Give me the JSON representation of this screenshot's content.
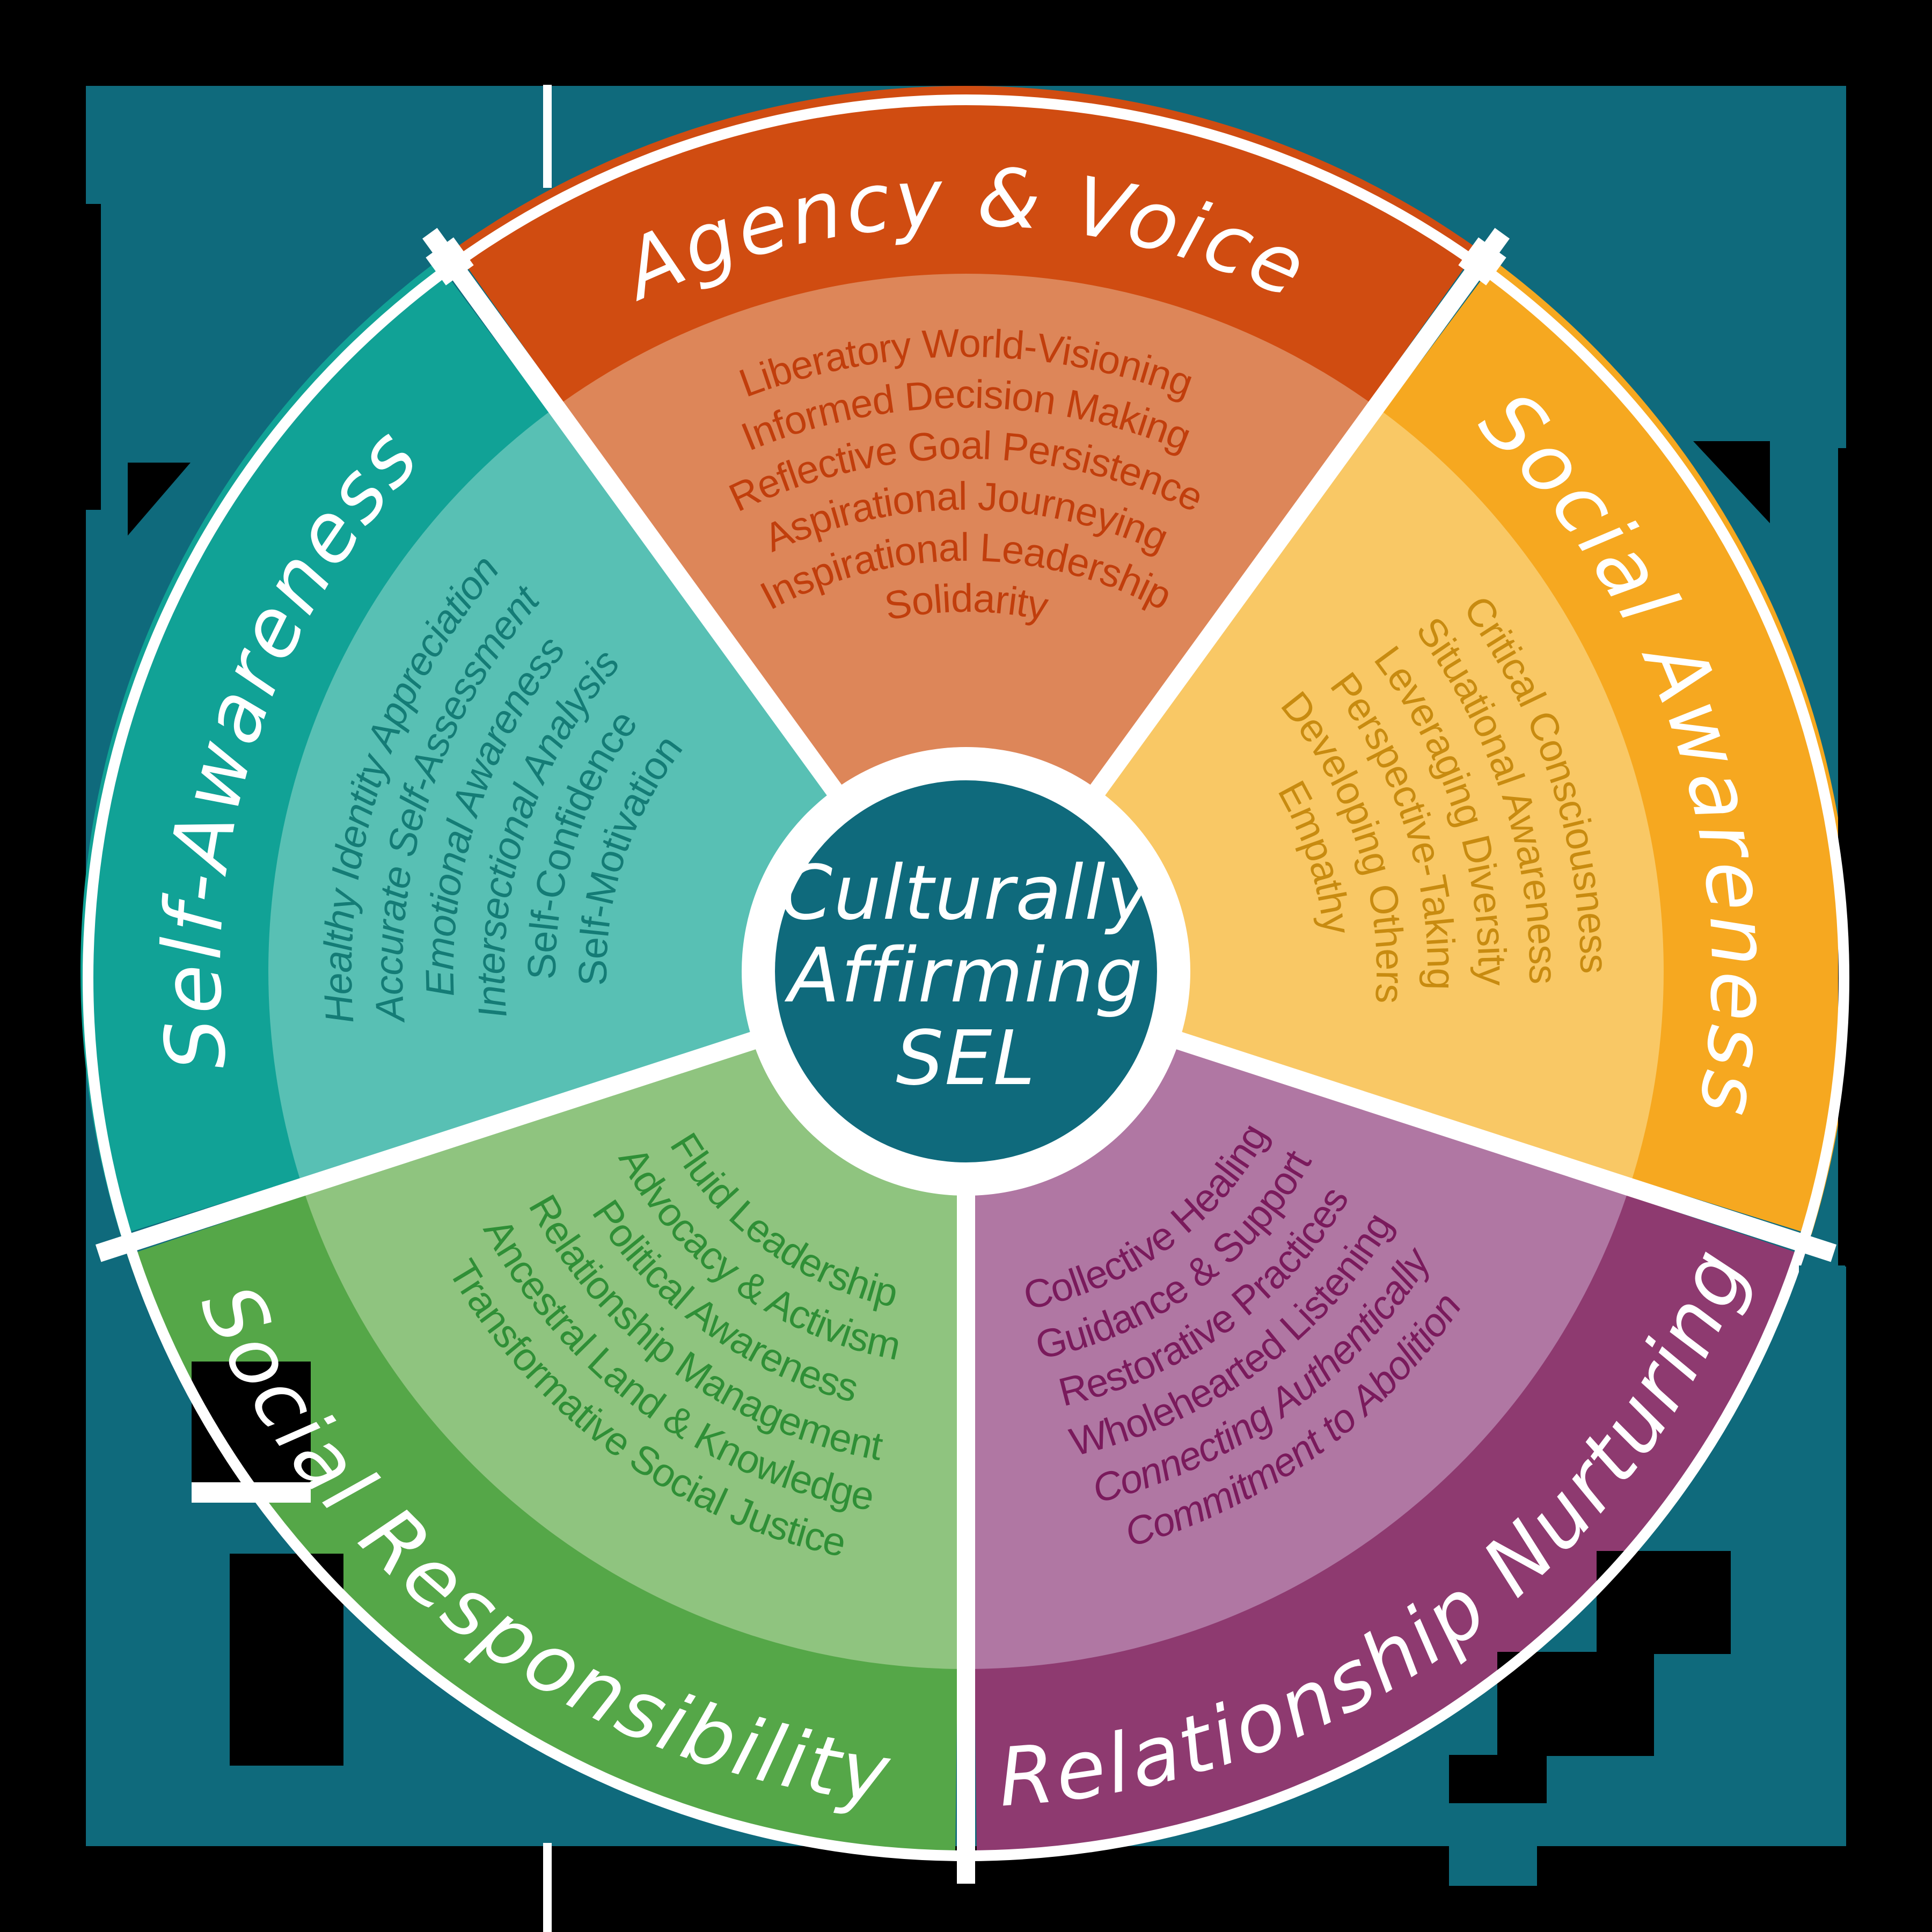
{
  "title": "Culturally Affirming SEL",
  "center": {
    "lines": [
      "Culturally",
      "Affirming",
      "SEL"
    ],
    "circle_color": "#0F6A7C"
  },
  "background_color": "#0F6A7C",
  "artifact_colors": {
    "shadow": "#000000",
    "gap": "#ffffff"
  },
  "segments": [
    {
      "name": "Agency & Voice",
      "position": "top",
      "color_outer": "#D04C11",
      "color_inner": "#DD8659",
      "color_text": "#C13E0C",
      "items": [
        "Liberatory World-Visioning",
        "Informed Decision Making",
        "Reflective Goal Persistence",
        "Aspirational Journeying",
        "Inspirational Leadership",
        "Solidarity"
      ]
    },
    {
      "name": "Social Awareness",
      "position": "right",
      "color_outer": "#F6A820",
      "color_inner": "#F9C865",
      "color_text": "#C88B10",
      "items": [
        "Critical Consciousness",
        "Situational Awareness",
        "Leveraging Diversity",
        "Perspective-Taking",
        "Developing Others",
        "Empathy"
      ]
    },
    {
      "name": "Relationship Nurturing",
      "position": "bottom-right",
      "color_outer": "#8E3A70",
      "color_inner": "#B077A3",
      "color_text": "#7A1A5C",
      "items": [
        "Collective Healing",
        "Guidance & Support",
        "Restorative Practices",
        "Wholehearted Listening",
        "Connecting Authentically",
        "Commitment to Abolition"
      ]
    },
    {
      "name": "Social Responsibility",
      "position": "bottom-left",
      "color_outer": "#55A748",
      "color_inner": "#8FC47F",
      "color_text": "#2F8F36",
      "items": [
        "Fluid Leadership",
        "Advocacy & Activism",
        "Political Awareness",
        "Relationship Management",
        "Ancestral Land & Knowledge",
        "Transformative Social Justice"
      ]
    },
    {
      "name": "Self-Awareness",
      "position": "left",
      "color_outer": "#11A296",
      "color_inner": "#58C0B4",
      "color_text": "#147C76",
      "items": [
        "Healthy Identity Appreciation",
        "Accurate Self-Assessment",
        "Emotional Awareness",
        "Intersectional Analysis",
        "Self-Confidence",
        "Self-Motivation"
      ]
    }
  ]
}
